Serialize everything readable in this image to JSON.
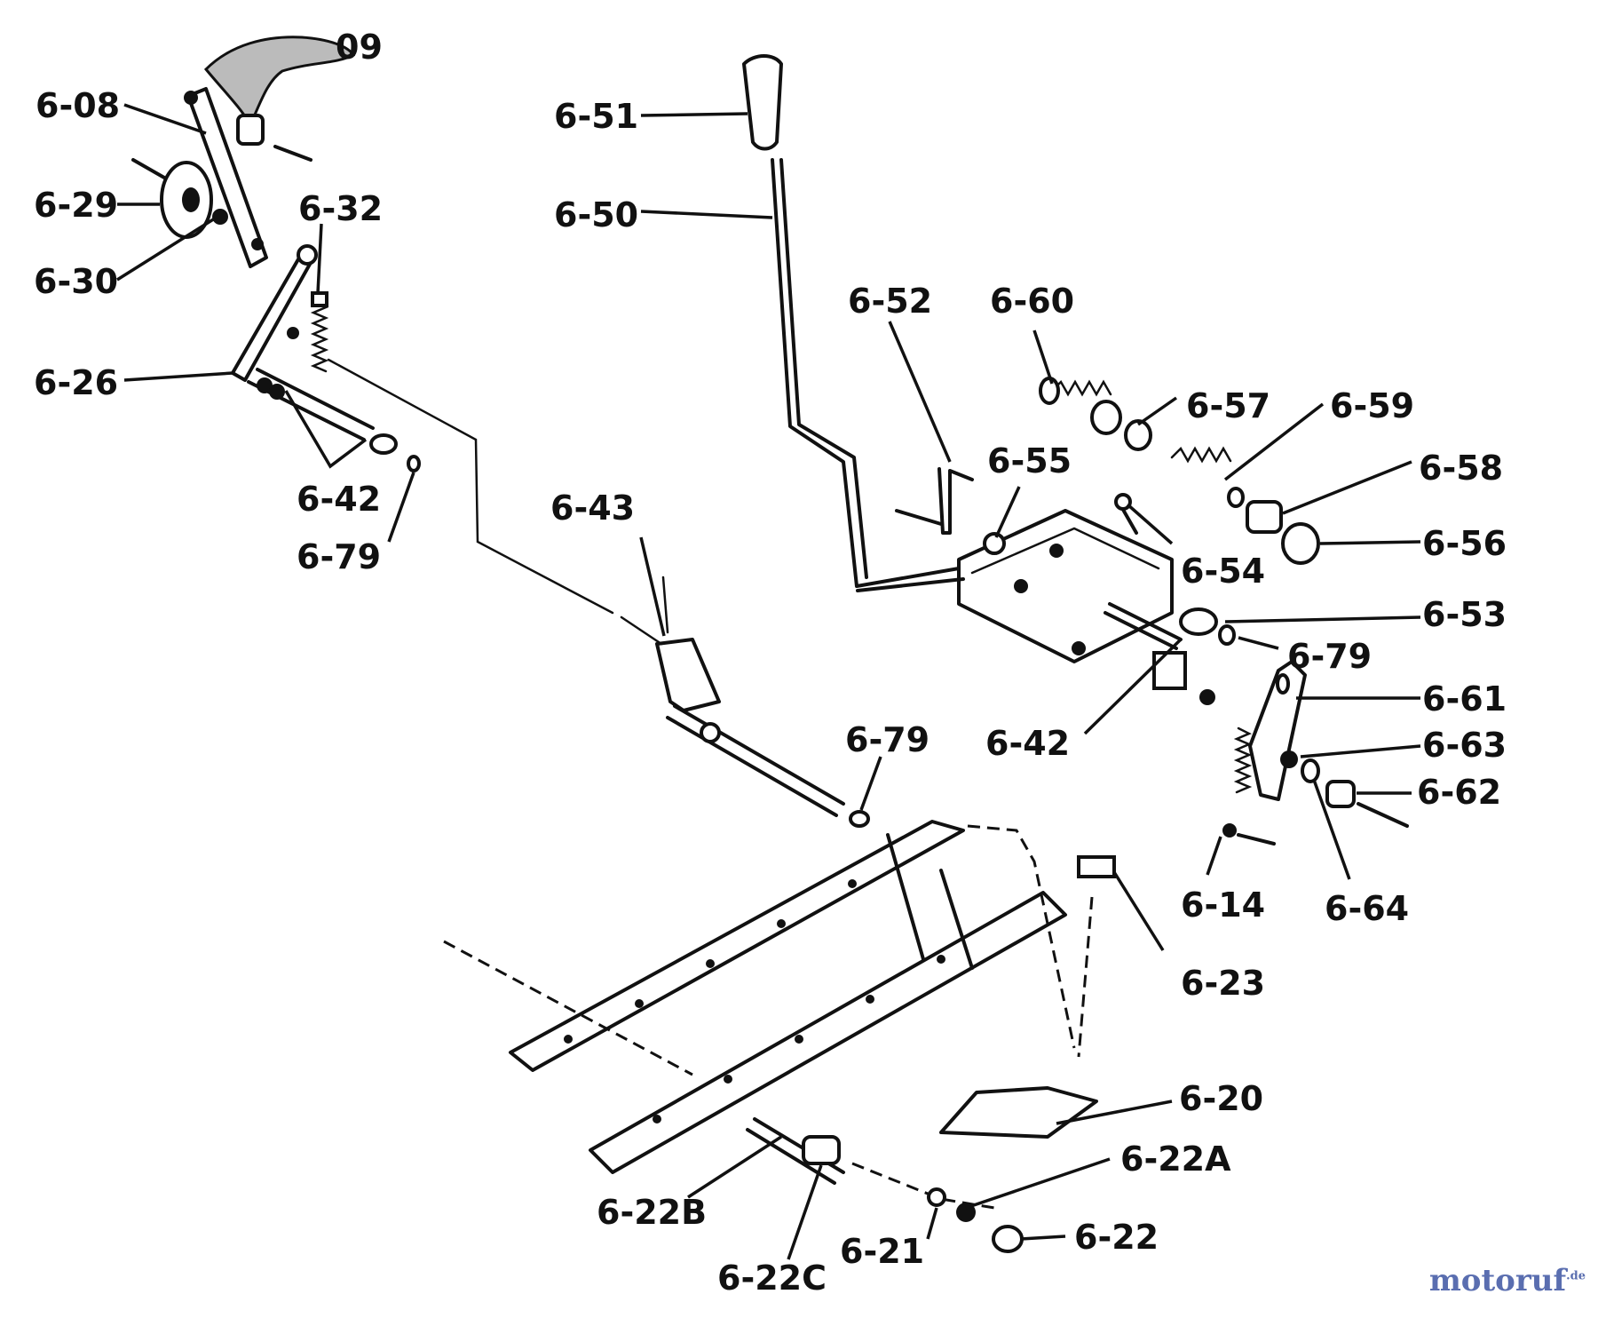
{
  "labels": {
    "p_6_09": "09",
    "p_6_08": "6-08",
    "p_6_29": "6-29",
    "p_6_30": "6-30",
    "p_6_32": "6-32",
    "p_6_26": "6-26",
    "p_6_42a": "6-42",
    "p_6_79a": "6-79",
    "p_6_51": "6-51",
    "p_6_50": "6-50",
    "p_6_52": "6-52",
    "p_6_60": "6-60",
    "p_6_57": "6-57",
    "p_6_59": "6-59",
    "p_6_58": "6-58",
    "p_6_55": "6-55",
    "p_6_56": "6-56",
    "p_6_54": "6-54",
    "p_6_43": "6-43",
    "p_6_53": "6-53",
    "p_6_79b": "6-79",
    "p_6_61": "6-61",
    "p_6_42b": "6-42",
    "p_6_79c": "6-79",
    "p_6_63": "6-63",
    "p_6_62": "6-62",
    "p_6_14": "6-14",
    "p_6_64": "6-64",
    "p_6_23": "6-23",
    "p_6_20": "6-20",
    "p_6_22A": "6-22A",
    "p_6_22B": "6-22B",
    "p_6_22": "6-22",
    "p_6_21": "6-21",
    "p_6_22C": "6-22C"
  },
  "watermark": {
    "text": "motoruf",
    "tld": ".de"
  }
}
